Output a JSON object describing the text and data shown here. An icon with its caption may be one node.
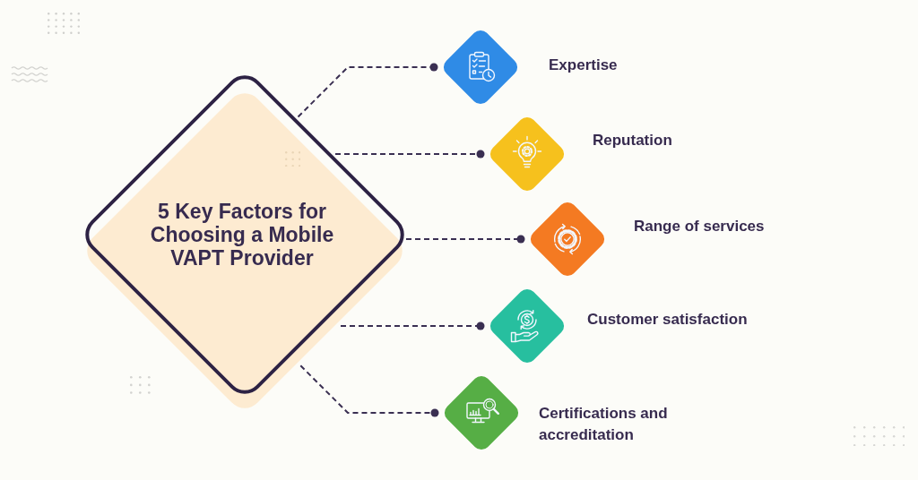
{
  "diagram": {
    "nodes": [
      {
        "text": [
          "5 Key Factors for Choosing a Mobile VAPT Provider"
        ]
      },
      {
        "text": [
          "Expertise"
        ]
      },
      {
        "text": [
          "Reputation"
        ]
      },
      {
        "text": [
          "Range of services"
        ]
      },
      {
        "text": [
          "Customer satisfaction"
        ]
      },
      {
        "text": [
          "Certifications and accreditation"
        ]
      }
    ],
    "edges": [
      {
        "from": 0,
        "to": 1,
        "arrow": "other",
        "style": "dashed"
      },
      {
        "from": 0,
        "to": 2,
        "arrow": "other",
        "style": "dashed"
      },
      {
        "from": 0,
        "to": 3,
        "arrow": "other",
        "style": "dashed"
      },
      {
        "from": 0,
        "to": 4,
        "arrow": "other",
        "style": "dashed"
      },
      {
        "from": 0,
        "to": 5,
        "arrow": "other",
        "style": "dashed"
      }
    ]
  }
}
